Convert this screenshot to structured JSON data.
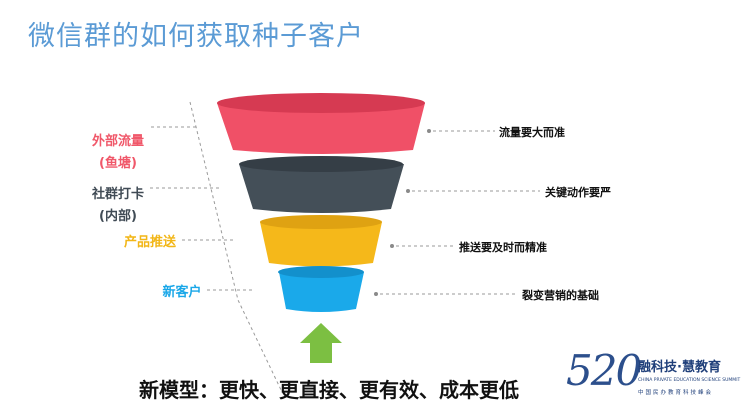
{
  "title": "微信群的如何获取种子客户",
  "left_labels": [
    {
      "line1": "外部流量",
      "line2": "(鱼塘)",
      "color": "#f0586a"
    },
    {
      "line1": "社群打卡",
      "line2": "(内部)",
      "color": "#404b55"
    },
    {
      "line1": "产品推送",
      "line2": "",
      "color": "#f2b617"
    },
    {
      "line1": "新客户",
      "line2": "",
      "color": "#1aa7e8"
    }
  ],
  "right_labels": [
    "流量要大而准",
    "关键动作要严",
    "推送要及时而精准",
    "裂变营销的基础"
  ],
  "funnel_colors": [
    "#f05067",
    "#444f58",
    "#f5b81a",
    "#1aa9ea"
  ],
  "arrow_color": "#7cbf42",
  "bottom_text": "新模型：更快、更直接、更有效、成本更低",
  "logo": {
    "number": "520",
    "name": "融科技·慧教育",
    "english": "CHINA PRIVATE EDUCATION SCIENCE SUMMIT",
    "chinese": "中国民办教育科技峰会"
  }
}
